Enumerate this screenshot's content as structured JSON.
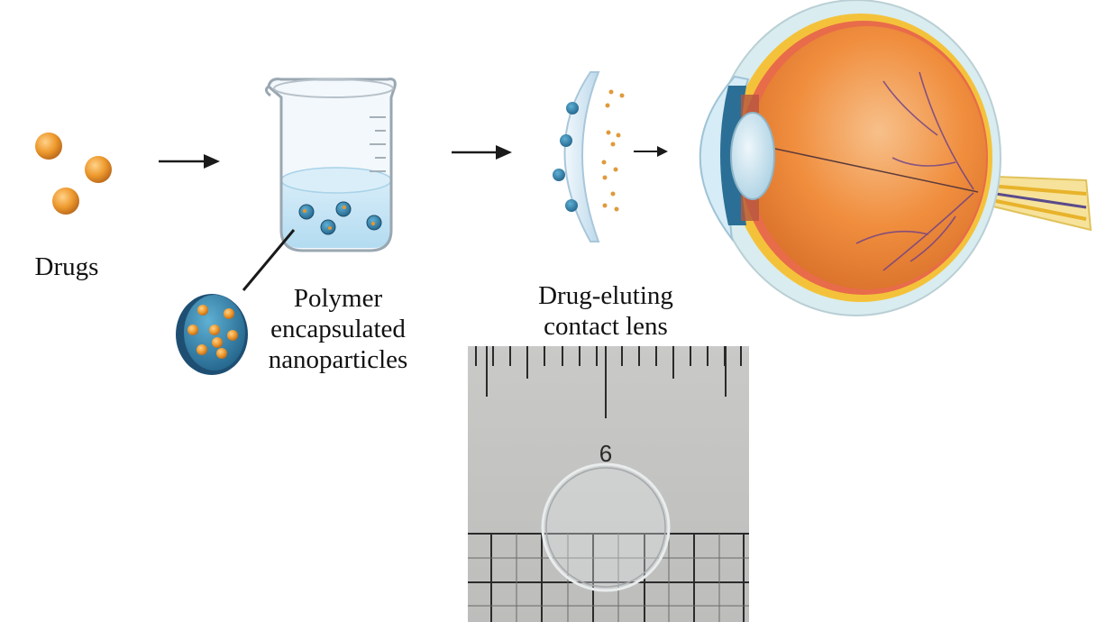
{
  "labels": {
    "drugs": "Drugs",
    "nanoparticles": [
      "Polymer",
      "encapsulated",
      "nanoparticles"
    ],
    "lens": [
      "Drug-eluting",
      "contact lens"
    ]
  },
  "photo": {
    "ruler_number": "6"
  },
  "colors": {
    "drug_particle": "#e9962a",
    "nanoparticle_shell": "#2f7fa8",
    "beaker_liquid": "#bfe3f4",
    "eye_globe": "#f0923f",
    "arrow": "#1a1a1a"
  },
  "icons": [
    "drug-particle-icon",
    "beaker-icon",
    "nanoparticle-icon",
    "contact-lens-icon",
    "eye-anatomy-icon"
  ]
}
